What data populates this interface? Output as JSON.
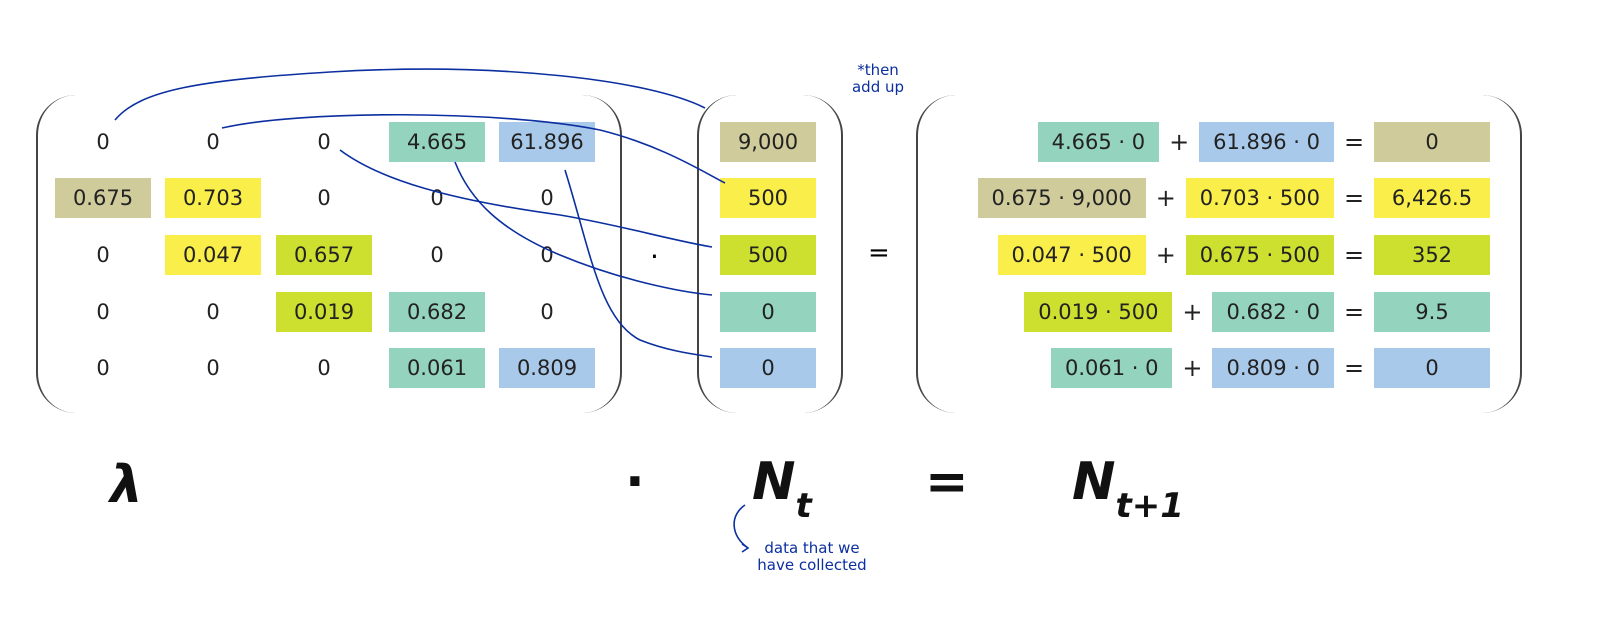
{
  "colors": {
    "khaki": "#cfcb9b",
    "yellow": "#f9ee4a",
    "lime": "#cde030",
    "teal": "#94d3be",
    "blue": "#a9c9ea",
    "none": "transparent"
  },
  "matrix": [
    [
      [
        "0",
        "none"
      ],
      [
        "0",
        "none"
      ],
      [
        "0",
        "none"
      ],
      [
        "4.665",
        "teal"
      ],
      [
        "61.896",
        "blue"
      ]
    ],
    [
      [
        "0.675",
        "khaki"
      ],
      [
        "0.703",
        "yellow"
      ],
      [
        "0",
        "none"
      ],
      [
        "0",
        "none"
      ],
      [
        "0",
        "none"
      ]
    ],
    [
      [
        "0",
        "none"
      ],
      [
        "0.047",
        "yellow"
      ],
      [
        "0.657",
        "lime"
      ],
      [
        "0",
        "none"
      ],
      [
        "0",
        "none"
      ]
    ],
    [
      [
        "0",
        "none"
      ],
      [
        "0",
        "none"
      ],
      [
        "0.019",
        "lime"
      ],
      [
        "0.682",
        "teal"
      ],
      [
        "0",
        "none"
      ]
    ],
    [
      [
        "0",
        "none"
      ],
      [
        "0",
        "none"
      ],
      [
        "0",
        "none"
      ],
      [
        "0.061",
        "teal"
      ],
      [
        "0.809",
        "blue"
      ]
    ]
  ],
  "vector": [
    [
      "9,000",
      "khaki"
    ],
    [
      "500",
      "yellow"
    ],
    [
      "500",
      "lime"
    ],
    [
      "0",
      "teal"
    ],
    [
      "0",
      "blue"
    ]
  ],
  "dot_symbol": "·",
  "equals_symbol": "=",
  "plus_symbol": "+",
  "results": [
    {
      "a": [
        "4.665 · 0",
        "teal"
      ],
      "b": [
        "61.896 · 0",
        "blue"
      ],
      "r": [
        "0",
        "khaki"
      ]
    },
    {
      "a": [
        "0.675 · 9,000",
        "khaki"
      ],
      "b": [
        "0.703 · 500",
        "yellow"
      ],
      "r": [
        "6,426.5",
        "yellow"
      ]
    },
    {
      "a": [
        "0.047 · 500",
        "yellow"
      ],
      "b": [
        "0.675 · 500",
        "lime"
      ],
      "r": [
        "352",
        "lime"
      ]
    },
    {
      "a": [
        "0.019 · 500",
        "lime"
      ],
      "b": [
        "0.682 · 0",
        "teal"
      ],
      "r": [
        "9.5",
        "teal"
      ]
    },
    {
      "a": [
        "0.061 · 0",
        "teal"
      ],
      "b": [
        "0.809 · 0",
        "blue"
      ],
      "r": [
        "0",
        "blue"
      ]
    }
  ],
  "labels": {
    "lambda": "λ",
    "dot": "·",
    "N": "N",
    "t": "t",
    "eq": "=",
    "t1": "t+1"
  },
  "notes": {
    "then_add_up": "*then add up",
    "data_collected": "data that we have collected"
  }
}
